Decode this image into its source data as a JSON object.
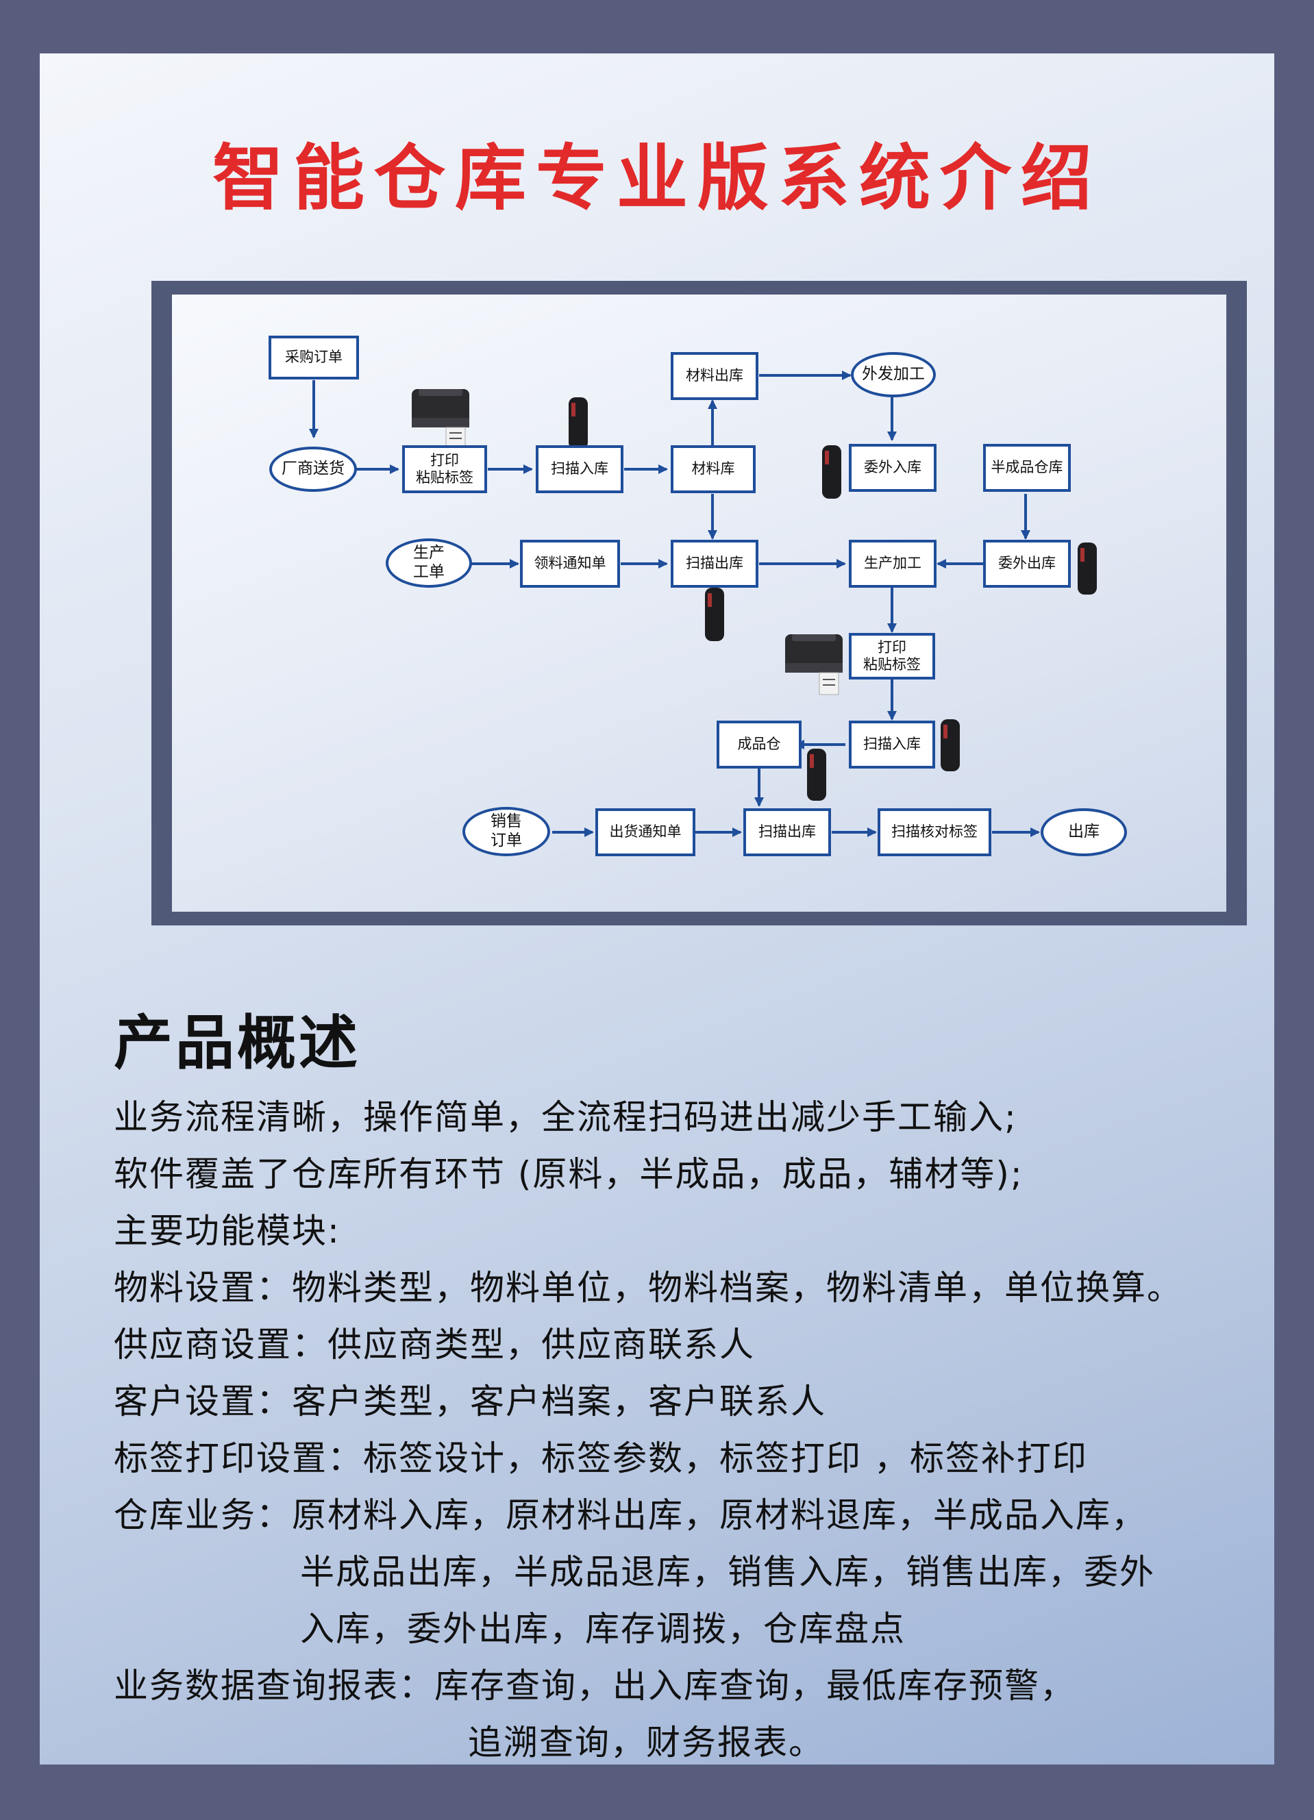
{
  "title": "智能仓库专业版系统介绍",
  "diagram": {
    "nodes": {
      "purchase_order": "采购订单",
      "supplier_delivery": "厂商送货",
      "print_label_1": "打印\n粘贴标签",
      "scan_in_1": "扫描入库",
      "material_warehouse": "材料库",
      "material_out": "材料出库",
      "outsource_process": "外发加工",
      "outsource_in": "委外入库",
      "semi_warehouse": "半成品仓库",
      "production_order": "生产\n工单",
      "pick_notice": "领料通知单",
      "scan_out_1": "扫描出库",
      "production_process": "生产加工",
      "outsource_out": "委外出库",
      "print_label_2": "打印\n粘贴标签",
      "scan_in_2": "扫描入库",
      "finished_warehouse": "成品仓",
      "sales_order": "销售\n订单",
      "ship_notice": "出货通知单",
      "scan_out_2": "扫描出库",
      "scan_verify": "扫描核对标签",
      "outbound": "出库"
    }
  },
  "overview": {
    "heading": "产品概述",
    "lines": [
      "业务流程清晰，操作简单，全流程扫码进出减少手工输入;",
      "软件覆盖了仓库所有环节 (原料，半成品，成品，辅材等);",
      "主要功能模块:",
      "物料设置：物料类型，物料单位，物料档案，物料清单，单位换算。",
      "供应商设置：供应商类型，供应商联系人",
      "客户设置：客户类型，客户档案，客户联系人",
      "标签打印设置：标签设计，标签参数，标签打印 ，标签补打印",
      "仓库业务：原材料入库，原材料出库，原材料退库，半成品入库，",
      "半成品出库，半成品退库，销售入库，销售出库，委外",
      "入库，委外出库，库存调拨，仓库盘点",
      "业务数据查询报表：库存查询，出入库查询，最低库存预警，",
      "追溯查询，财务报表。"
    ]
  },
  "colors": {
    "title": "#e22a2a",
    "node_border": "#1f4e9b",
    "arrow": "#1f4e9b",
    "outer_background": "#585d7e"
  }
}
